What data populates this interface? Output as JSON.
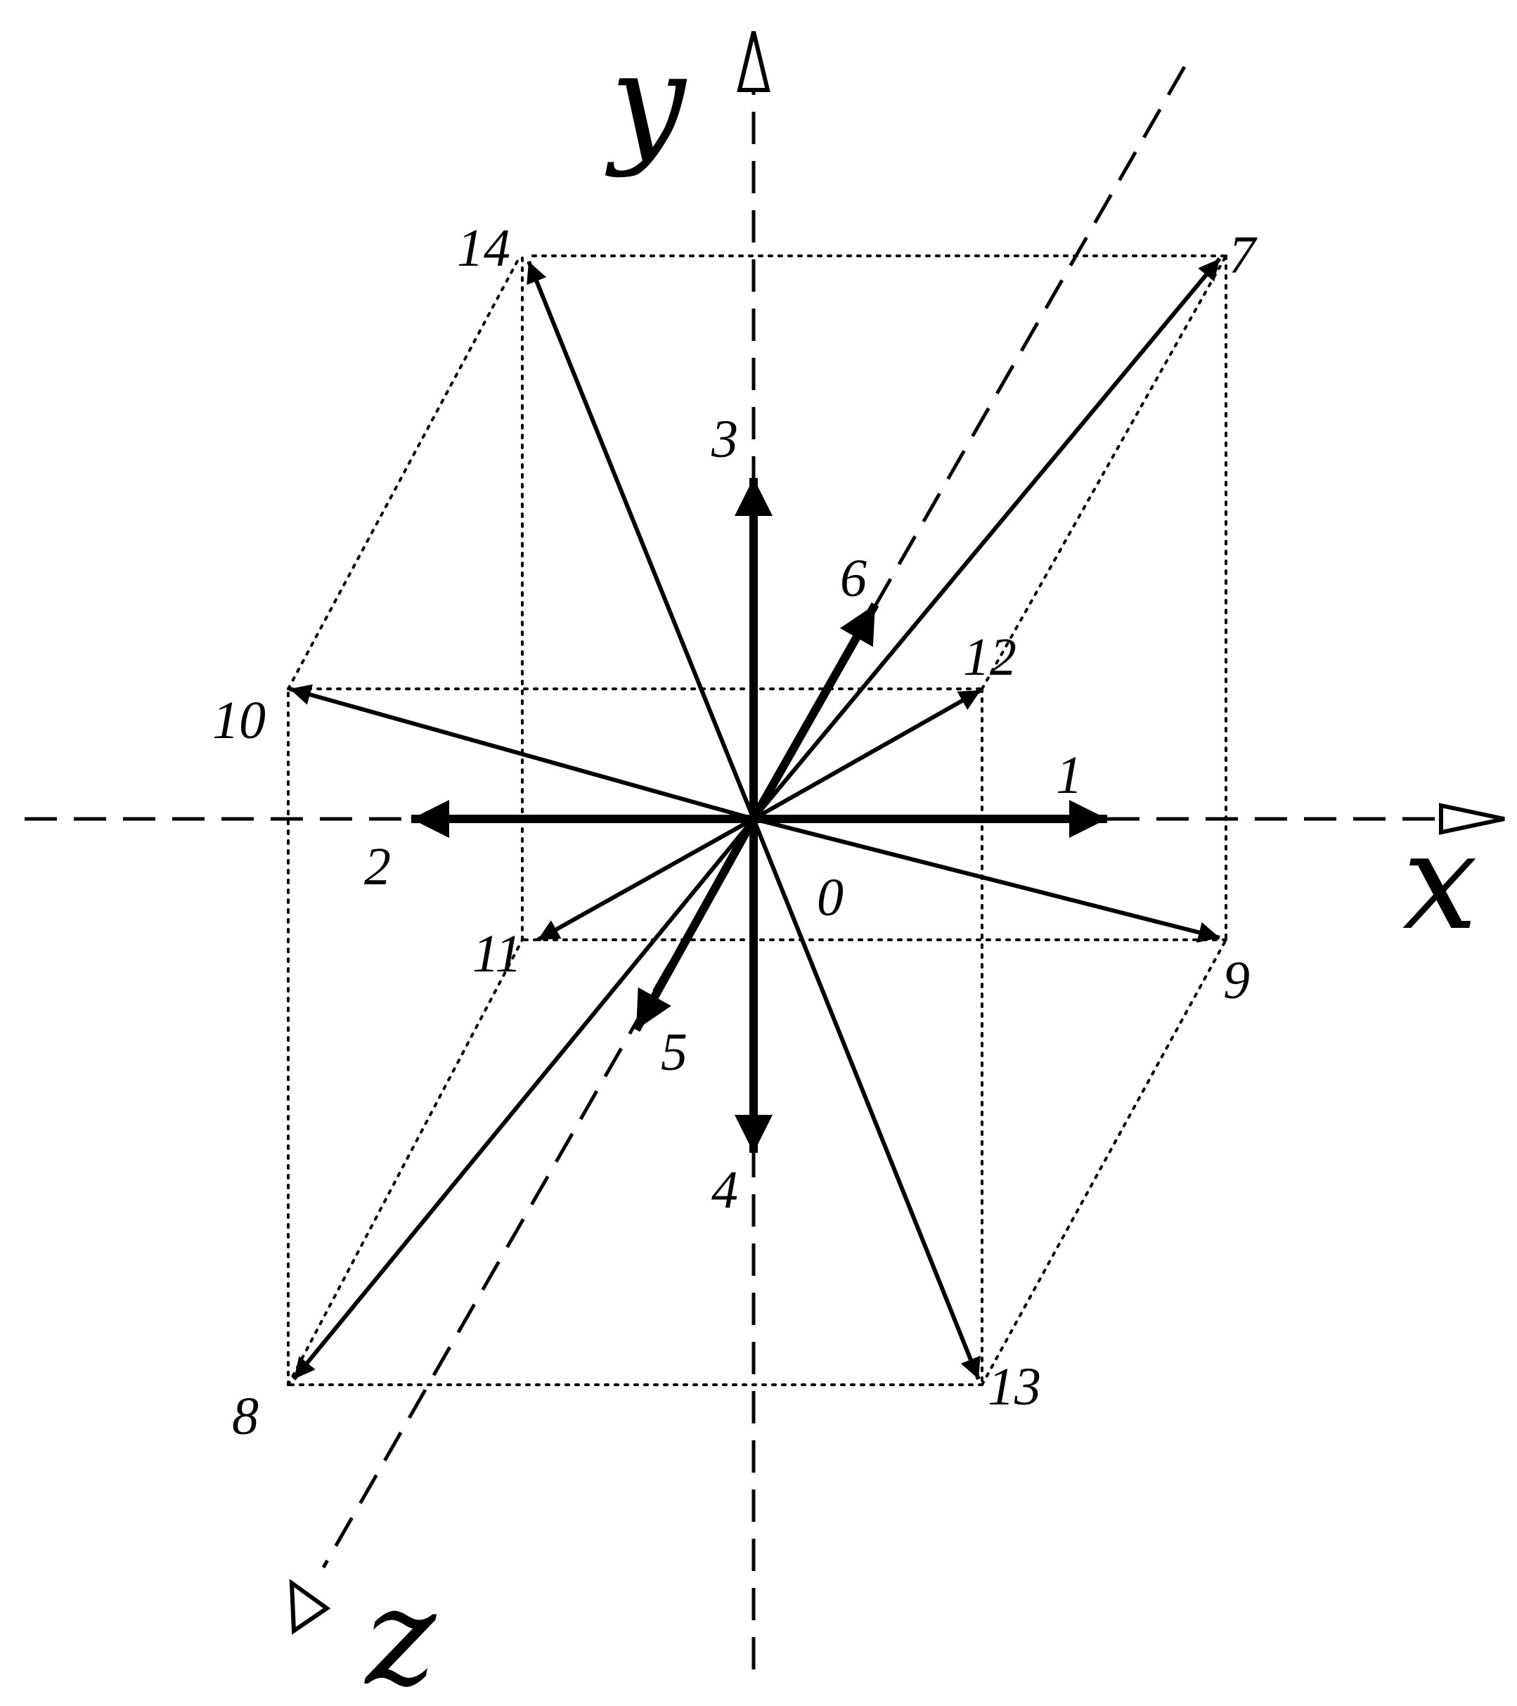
{
  "axes": {
    "x_label": "x",
    "y_label": "y",
    "z_label": "z"
  },
  "labels": {
    "v0": "0",
    "v1": "1",
    "v2": "2",
    "v3": "3",
    "v4": "4",
    "v5": "5",
    "v6": "6",
    "v7": "7",
    "v8": "8",
    "v9": "9",
    "v10": "10",
    "v11": "11",
    "v12": "12",
    "v13": "13",
    "v14": "14"
  },
  "colors": {
    "ink": "#000000",
    "background": "#ffffff"
  }
}
